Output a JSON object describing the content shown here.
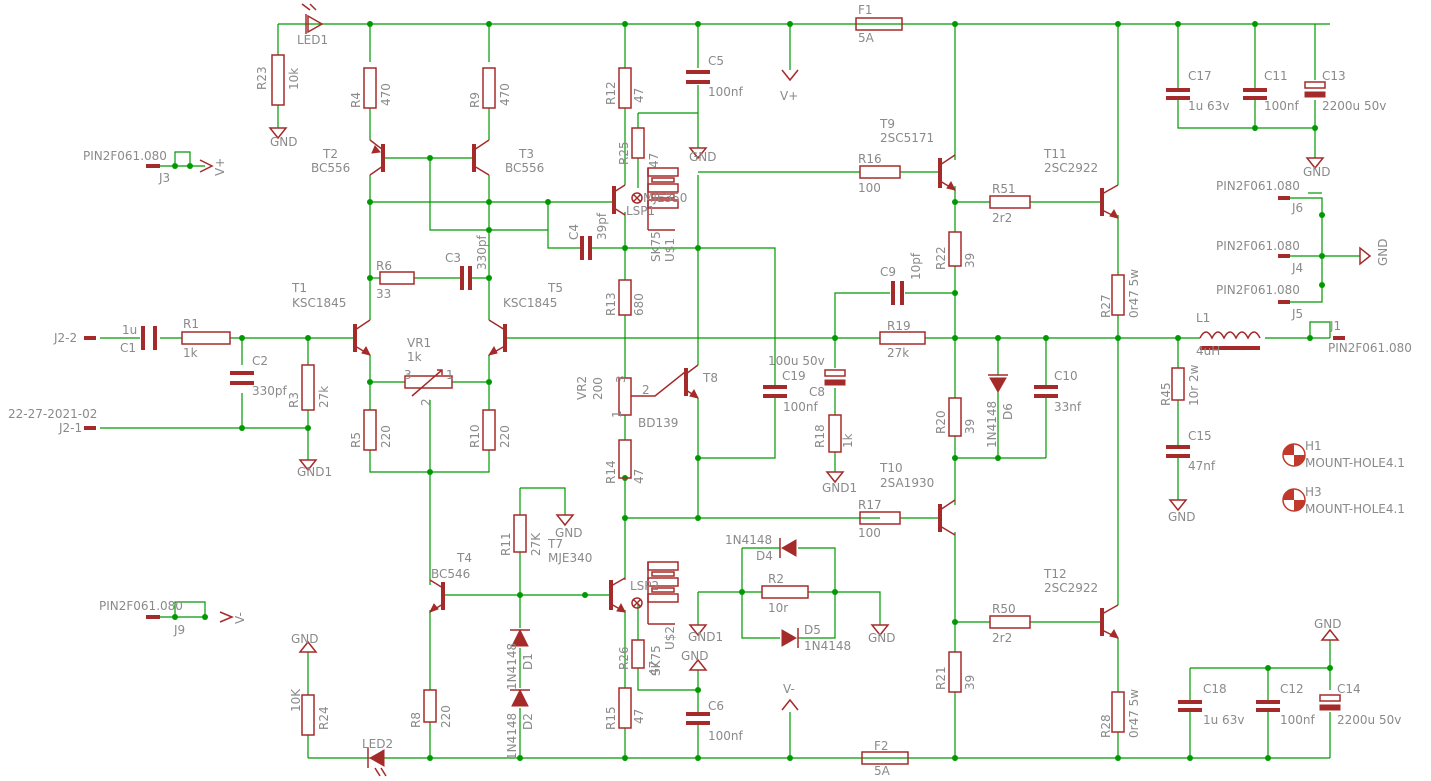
{
  "labels": {
    "led1": "LED1",
    "led2": "LED2",
    "r23_name": "R23",
    "r23_val": "10k",
    "r4_name": "R4",
    "r4_val": "470",
    "r9_name": "R9",
    "r9_val": "470",
    "r12_name": "R12",
    "r12_val": "47",
    "r25_name": "R25",
    "r25_val": "47",
    "c5_name": "C5",
    "c5_val": "100nf",
    "vplus": "V+",
    "vminus": "V-",
    "f1_name": "F1",
    "f1_val": "5A",
    "f2_name": "F2",
    "f2_val": "5A",
    "gnd": "GND",
    "gnd1": "GND1",
    "t2_name": "T2",
    "t2_val": "BC556",
    "t3_name": "T3",
    "t3_val": "BC556",
    "t9_name": "T9",
    "t9_val": "2SC5171",
    "t10_name": "T10",
    "t10_val": "2SA1930",
    "t11_name": "T11",
    "t11_val": "2SC2922",
    "t12_name": "T12",
    "t12_val": "2SC2922",
    "t1_name": "T1",
    "t1_val": "KSC1845",
    "t5_name": "T5",
    "t5_val": "KSC1845",
    "t4_name": "T4",
    "t4_val": "BC546",
    "t7_name": "T7",
    "t7_val": "MJE340",
    "t6_val": "MJE350",
    "t8_name": "T8",
    "t8_val": "BD139",
    "r16_name": "R16",
    "r16_val": "100",
    "r17_name": "R17",
    "r17_val": "100",
    "r51_name": "R51",
    "r51_val": "2r2",
    "r50_name": "R50",
    "r50_val": "2r2",
    "r22_name": "R22",
    "r22_val": "39",
    "r20_name": "R20",
    "r20_val": "39",
    "r21_name": "R21",
    "r21_val": "39",
    "r27_name": "R27",
    "r27_val": "0r47 5w",
    "r28_name": "R28",
    "r28_val": "0r47 5w",
    "c17_name": "C17",
    "c17_val": "1u 63v",
    "c11_name": "C11",
    "c11_val": "100nf",
    "c13_name": "C13",
    "c13_val": "2200u 50v",
    "c18_name": "C18",
    "c18_val": "1u 63v",
    "c12_name": "C12",
    "c12_val": "100nf",
    "c14_name": "C14",
    "c14_val": "2200u 50v",
    "pin": "PIN2F061.080",
    "j3": "J3",
    "j9": "J9",
    "j6": "J6",
    "j4": "J4",
    "j5": "J5",
    "j1": "J1",
    "r6_name": "R6",
    "r6_val": "33",
    "c3_name": "C3",
    "c3_val": "330pf",
    "c4_name": "C4",
    "c4_val": "39pf",
    "r13_name": "R13",
    "r13_val": "680",
    "r14_name": "R14",
    "r14_val": "47",
    "r15_name": "R15",
    "r15_val": "47",
    "r26_name": "R26",
    "r26_val": "47",
    "c9_name": "C9",
    "c9_val": "10pf",
    "r19_name": "R19",
    "r19_val": "27k",
    "l1_name": "L1",
    "l1_val": "4uH",
    "r45_name": "R45",
    "r45_val": "10r 2w",
    "c15_name": "C15",
    "c15_val": "47nf",
    "h1": "H1",
    "h3": "H3",
    "mount": "MOUNT-HOLE4.1",
    "j22": "J2-2",
    "j21": "J2-1",
    "c1_name": "C1",
    "c1_val": "1u",
    "r1_name": "R1",
    "r1_val": "1k",
    "c2_name": "C2",
    "c2_val": "330pf",
    "r3_name": "R3",
    "r3_val": "27k",
    "r5_name": "R5",
    "r5_val": "220",
    "r10_name": "R10",
    "r10_val": "220",
    "vr1_name": "VR1",
    "vr1_val": "1k",
    "vr2_name": "VR2",
    "vr2_val": "200",
    "date": "22-27-2021-02",
    "c19_name": "C19",
    "c19_val": "100nf",
    "c8_name": "C8",
    "c8_val": "100u 50v",
    "r18_name": "R18",
    "r18_val": "1k",
    "d6_name": "D6",
    "d6_val": "1N4148",
    "c10_name": "C10",
    "c10_val": "33nf",
    "r11_name": "R11",
    "r11_val": "27K",
    "d4_name": "D4",
    "d4_val": "1N4148",
    "d5_name": "D5",
    "d5_val": "1N4148",
    "r2_name": "R2",
    "r2_val": "10r",
    "d1_name": "D1",
    "d1_val": "1N4148",
    "d2_name": "D2",
    "d2_val": "1N4148",
    "r8_name": "R8",
    "r8_val": "220",
    "r24_name": "R24",
    "r24_val": "10K",
    "c6_name": "C6",
    "c6_val": "100nf",
    "sk75": "SK75",
    "u1": "U$1",
    "u2": "U$2",
    "lsp1": "LSP1",
    "lsp2": "LSP2",
    "n1": "1",
    "n2": "2",
    "n3": "3"
  }
}
